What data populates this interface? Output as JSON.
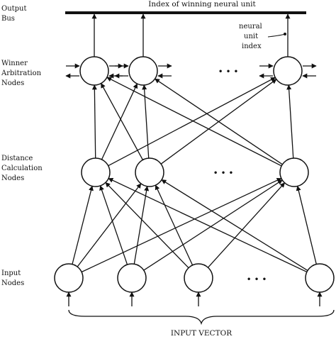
{
  "title": "Index of winning neural unit",
  "labels": {
    "output": [
      "Output",
      "Bus"
    ],
    "winner": [
      "Winner",
      "Arbitration",
      "Nodes"
    ],
    "distance": [
      "Distance",
      "Calculation",
      "Nodes"
    ],
    "input": [
      "Input",
      "Nodes"
    ],
    "neural_unit_index": [
      "neural",
      "unit",
      "index"
    ],
    "input_vector": "INPUT VECTOR",
    "ellipsis": "• • •"
  },
  "colors": {
    "ink": "#111111",
    "background": "#ffffff"
  }
}
